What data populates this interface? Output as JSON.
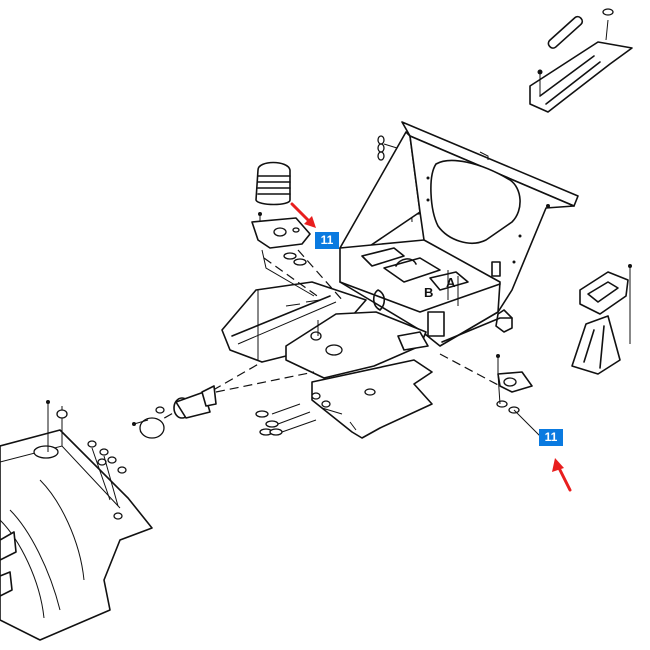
{
  "callouts": [
    {
      "label": "11",
      "color": "#0a7ae0"
    },
    {
      "label": "11",
      "color": "#0a7ae0"
    }
  ],
  "markers": [
    "B",
    "A"
  ],
  "arrow_color": "#e81e1e"
}
